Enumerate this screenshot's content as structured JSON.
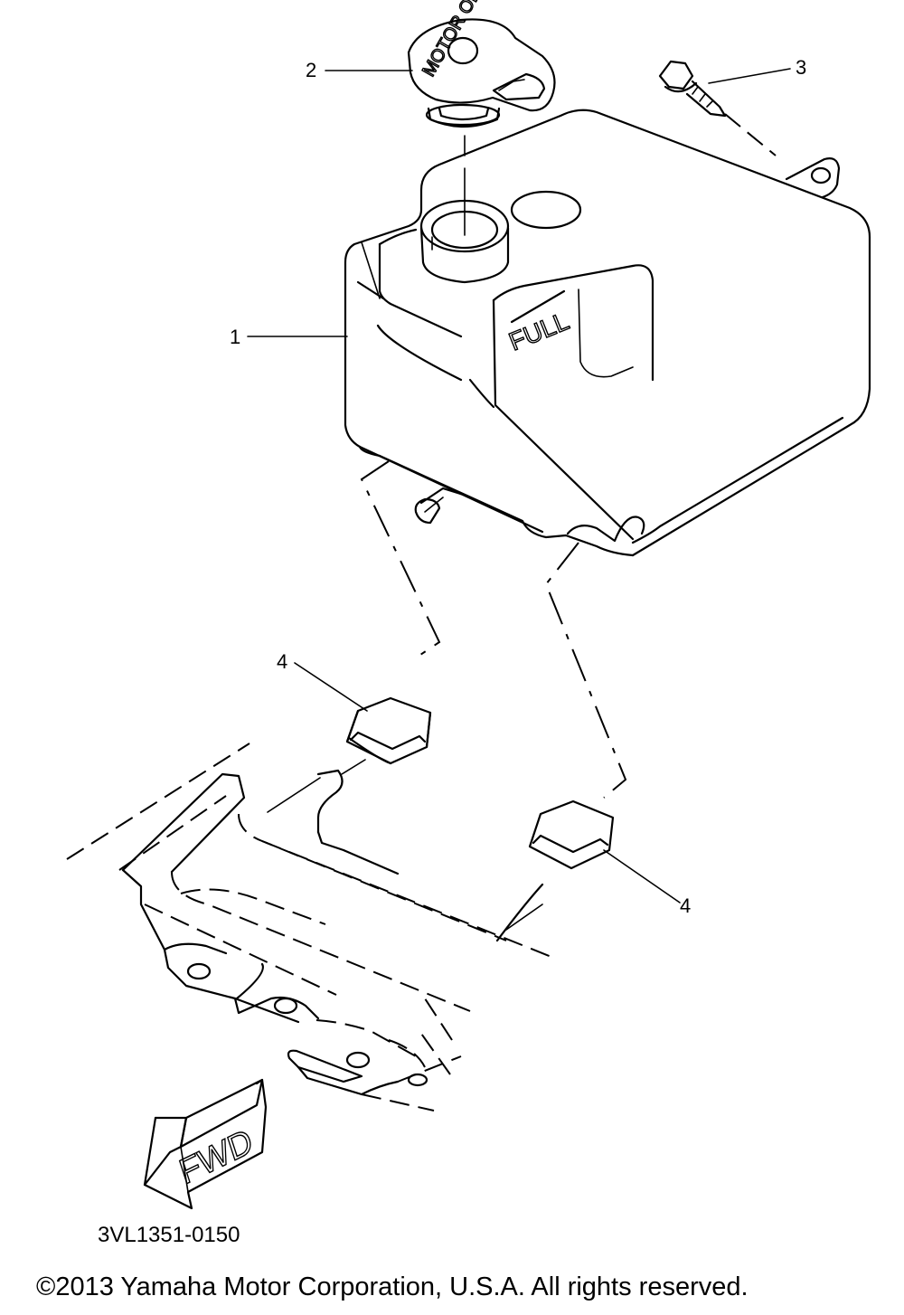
{
  "callouts": [
    {
      "number": "1",
      "part": "oil-tank"
    },
    {
      "number": "2",
      "part": "tank-cap"
    },
    {
      "number": "3",
      "part": "bolt"
    },
    {
      "number": "4",
      "part": "damper-left"
    },
    {
      "number": "4",
      "part": "damper-right"
    }
  ],
  "embossed": {
    "full_mark": "FULL",
    "cap_text": "MOTOR OIL",
    "fwd_arrow": "FWD"
  },
  "diagram_code": "3VL1351-0150",
  "copyright": "©2013 Yamaha Motor Corporation, U.S.A. All rights reserved."
}
